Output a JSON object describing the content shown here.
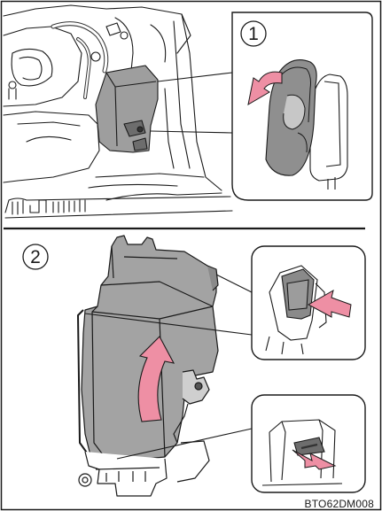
{
  "step1": {
    "badge": "1",
    "arrow_color": "#ee8fa4"
  },
  "step2": {
    "badge": "2",
    "arrow_color": "#ee8fa4"
  },
  "figure_code": "BTO62DM008",
  "colors": {
    "outline": "#1a1a1a",
    "fuse_box": "#9e9e9e",
    "background": "#ffffff",
    "arrow": "#ee8fa4"
  }
}
